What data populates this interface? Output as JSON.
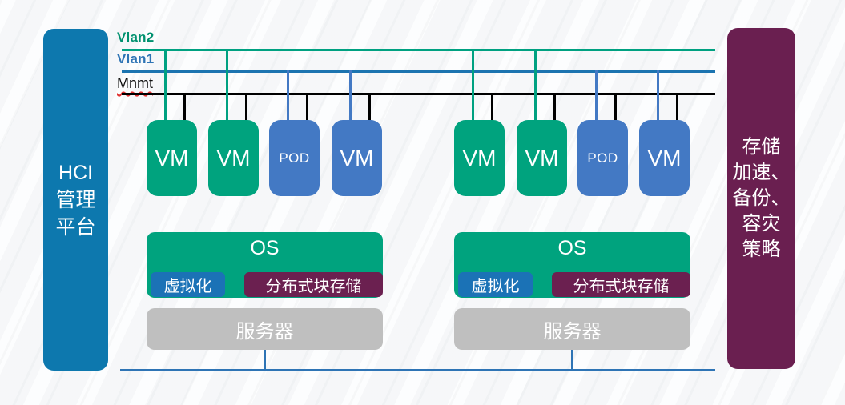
{
  "title": "HCI hyper-converged architecture diagram",
  "palette": {
    "teal_node": "#00A37E",
    "blue_node": "#4379C4",
    "vlan2_line": "#00A181",
    "vlan2_label": "#00916F",
    "vlan1_line": "#1C74B0",
    "vlan1_label": "#2E74B5",
    "mnmt_line": "#000000",
    "hci_panel": "#0D78AE",
    "storage_panel": "#6A1F50",
    "virtualization_chip": "#1B72B6",
    "distributed_storage_chip": "#6B2050",
    "server_box": "#BFBFBF",
    "bottom_bus": "#2E74B5"
  },
  "left_panel": {
    "lines": [
      "HCI",
      "管理",
      "平台"
    ]
  },
  "right_panel": {
    "lines": [
      "存储",
      "加速、",
      "备份、",
      "容灾",
      "策略"
    ]
  },
  "network_lines": [
    {
      "label": "Vlan2"
    },
    {
      "label": "Vlan1"
    },
    {
      "label": "Mnmt"
    }
  ],
  "groups": [
    {
      "nodes": [
        {
          "label": "VM",
          "type": "vm",
          "network": "Vlan2"
        },
        {
          "label": "VM",
          "type": "vm",
          "network": "Vlan2"
        },
        {
          "label": "POD",
          "type": "pod",
          "network": "Vlan1"
        },
        {
          "label": "VM",
          "type": "vm",
          "network": "Vlan1"
        }
      ],
      "os_label": "OS",
      "virtualization_label": "虚拟化",
      "distributed_storage_label": "分布式块存储",
      "server_label": "服务器"
    },
    {
      "nodes": [
        {
          "label": "VM",
          "type": "vm",
          "network": "Vlan2"
        },
        {
          "label": "VM",
          "type": "vm",
          "network": "Vlan2"
        },
        {
          "label": "POD",
          "type": "pod",
          "network": "Vlan1"
        },
        {
          "label": "VM",
          "type": "vm",
          "network": "Vlan1"
        }
      ],
      "os_label": "OS",
      "virtualization_label": "虚拟化",
      "distributed_storage_label": "分布式块存储",
      "server_label": "服务器"
    }
  ]
}
